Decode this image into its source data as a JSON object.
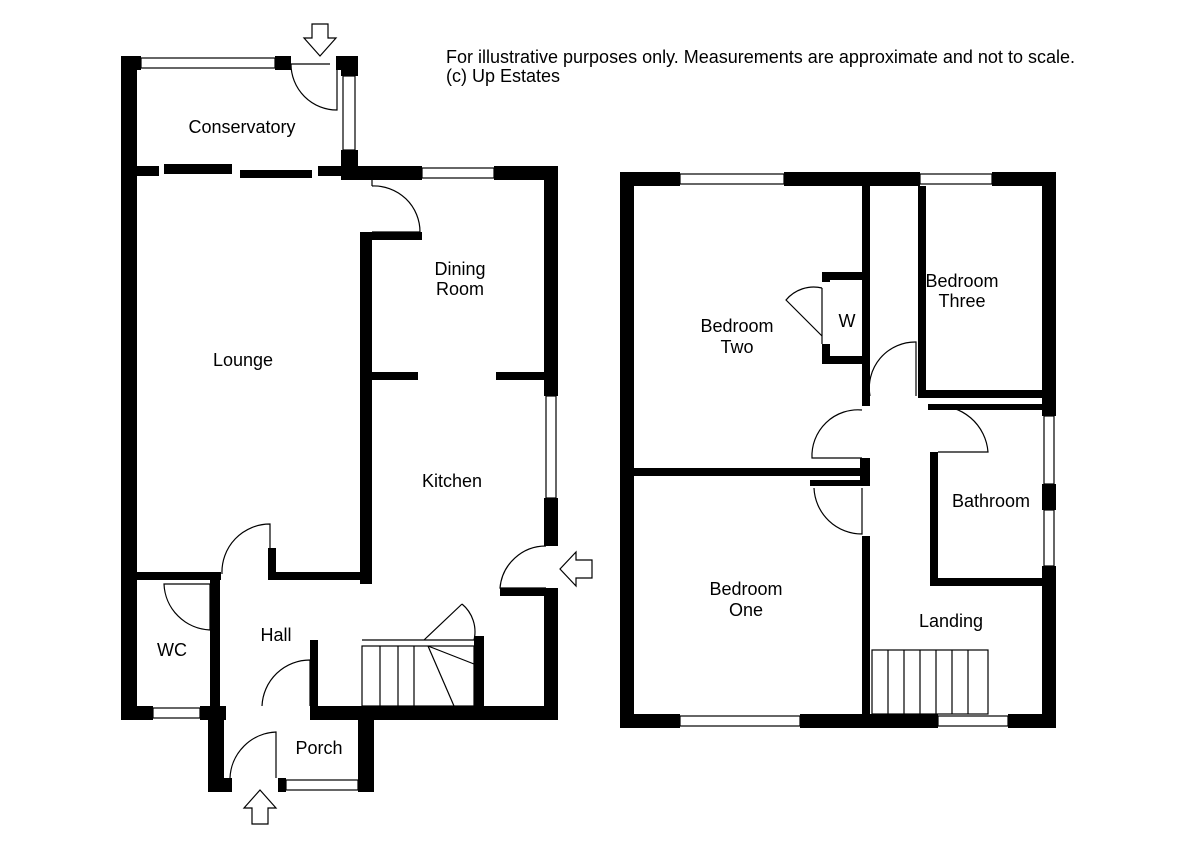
{
  "disclaimer": "For illustrative purposes only. Measurements are approximate and not to scale.",
  "copyright": "(c) Up Estates",
  "ground_floor": {
    "conservatory": "Conservatory",
    "dining_room": [
      "Dining",
      "Room"
    ],
    "lounge": "Lounge",
    "kitchen": "Kitchen",
    "wc": "WC",
    "hall": "Hall",
    "porch": "Porch"
  },
  "first_floor": {
    "bedroom_two": [
      "Bedroom",
      "Two"
    ],
    "wardrobe": "W",
    "bedroom_three": [
      "Bedroom",
      "Three"
    ],
    "bathroom": "Bathroom",
    "bedroom_one": [
      "Bedroom",
      "One"
    ],
    "landing": "Landing"
  },
  "colors": {
    "wall": "#000000",
    "background": "#ffffff"
  },
  "icons": [
    "entrance-arrow-icon"
  ]
}
